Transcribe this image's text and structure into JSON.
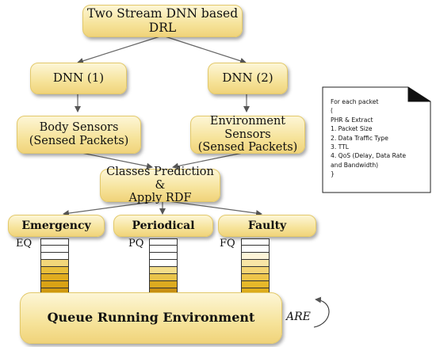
{
  "nodes": {
    "drl": [
      "Two Stream DNN based",
      "DRL"
    ],
    "dnn1": "DNN (1)",
    "dnn2": "DNN (2)",
    "body_sensors": [
      "Body Sensors",
      "(Sensed Packets)"
    ],
    "env_sensors": [
      "Environment Sensors",
      "(Sensed Packets)"
    ],
    "classes": [
      "Classes Prediction &",
      "Apply RDF"
    ],
    "emergency": "Emergency",
    "periodical": "Periodical",
    "faulty": "Faulty",
    "queue_env": "Queue Running Environment"
  },
  "queues": {
    "eq": {
      "label": "EQ",
      "colors": [
        "#ffffff",
        "#ffffff",
        "#ffffff",
        "#f2d77a",
        "#e8be3a",
        "#e0ac1f",
        "#d9a215",
        "#d19a10",
        "#c99210"
      ]
    },
    "pq": {
      "label": "PQ",
      "colors": [
        "#ffffff",
        "#ffffff",
        "#ffffff",
        "#ffffff",
        "#f3dd8a",
        "#e9c44a",
        "#dcaa20",
        "#c99014",
        "#a87a10"
      ]
    },
    "fq": {
      "label": "FQ",
      "colors": [
        "#ffffff",
        "#ffffff",
        "#fdf4d8",
        "#f9e5a6",
        "#f4d474",
        "#eec54a",
        "#e6b82a",
        "#dfae1c",
        "#d8a512"
      ]
    }
  },
  "are_label": "ARE",
  "packet_note": {
    "lines": [
      "For each packet",
      "(",
      "PHR & Extract",
      "1. Packet Size",
      "2. Data Traffic Type",
      "3. TTL",
      "4. QoS (Delay, Data Rate",
      "and Bandwidth)",
      "}"
    ]
  },
  "colors": {
    "box_fill_light": "#fdf6d6",
    "box_fill_dark": "#f0d37a",
    "box_border": "#e3c96a",
    "arrow": "#555555"
  }
}
